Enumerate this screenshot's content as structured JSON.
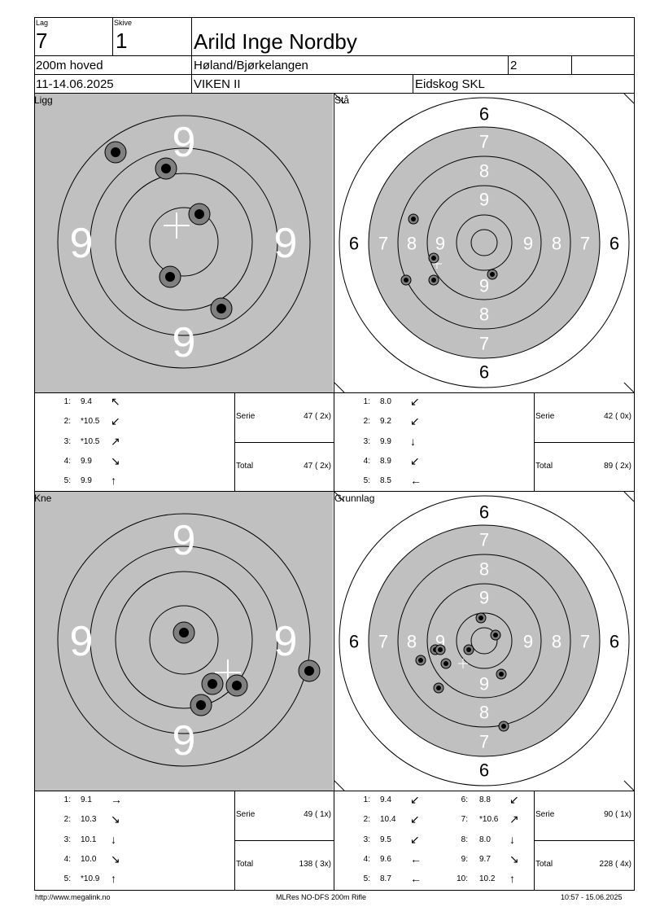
{
  "header": {
    "lag_label": "Lag",
    "lag": "7",
    "skive_label": "Skive",
    "skive": "1",
    "name": "Arild Inge Nordby",
    "event": "200m hoved",
    "club": "Høland/Bjørkelangen",
    "klasse": "2",
    "date": "11-14.06.2025",
    "region": "VIKEN II",
    "range": "Eidskog SKL"
  },
  "panels": [
    {
      "label": "Ligg",
      "type": "zoom",
      "shots": [
        {
          "n": "1:",
          "v": "9.4",
          "arrow": "↖"
        },
        {
          "n": "2:",
          "v": "*10.5",
          "arrow": "↙"
        },
        {
          "n": "3:",
          "v": "*10.5",
          "arrow": "↗"
        },
        {
          "n": "4:",
          "v": "9.9",
          "arrow": "↘"
        },
        {
          "n": "5:",
          "v": "9.9",
          "arrow": "↑"
        }
      ],
      "serie_label": "Serie",
      "serie": "47 ( 2x)",
      "total_label": "Total",
      "total": "47 ( 2x)"
    },
    {
      "label": "Stå",
      "type": "full",
      "shots": [
        {
          "n": "1:",
          "v": "8.0",
          "arrow": "↙"
        },
        {
          "n": "2:",
          "v": "9.2",
          "arrow": "↙"
        },
        {
          "n": "3:",
          "v": "9.9",
          "arrow": "↓"
        },
        {
          "n": "4:",
          "v": "8.9",
          "arrow": "↙"
        },
        {
          "n": "5:",
          "v": "8.5",
          "arrow": "←"
        }
      ],
      "serie_label": "Serie",
      "serie": "42 ( 0x)",
      "total_label": "Total",
      "total": "89 ( 2x)"
    },
    {
      "label": "Kne",
      "type": "zoom",
      "shots": [
        {
          "n": "1:",
          "v": "9.1",
          "arrow": "→"
        },
        {
          "n": "2:",
          "v": "10.3",
          "arrow": "↘"
        },
        {
          "n": "3:",
          "v": "10.1",
          "arrow": "↓"
        },
        {
          "n": "4:",
          "v": "10.0",
          "arrow": "↘"
        },
        {
          "n": "5:",
          "v": "*10.9",
          "arrow": "↑"
        }
      ],
      "serie_label": "Serie",
      "serie": "49 ( 1x)",
      "total_label": "Total",
      "total": "138 ( 3x)"
    },
    {
      "label": "Grunnlag",
      "type": "full",
      "shots": [
        {
          "n": "1:",
          "v": "9.4",
          "arrow": "↙"
        },
        {
          "n": "2:",
          "v": "10.4",
          "arrow": "↙"
        },
        {
          "n": "3:",
          "v": "9.5",
          "arrow": "↙"
        },
        {
          "n": "4:",
          "v": "9.6",
          "arrow": "←"
        },
        {
          "n": "5:",
          "v": "8.7",
          "arrow": "←"
        },
        {
          "n": "6:",
          "v": "8.8",
          "arrow": "↙"
        },
        {
          "n": "7:",
          "v": "*10.6",
          "arrow": "↗"
        },
        {
          "n": "8:",
          "v": "8.0",
          "arrow": "↓"
        },
        {
          "n": "9:",
          "v": "9.7",
          "arrow": "↘"
        },
        {
          "n": "10:",
          "v": "10.2",
          "arrow": "↑"
        }
      ],
      "serie_label": "Serie",
      "serie": "90 ( 1x)",
      "total_label": "Total",
      "total": "228 ( 4x)"
    }
  ],
  "zoom_ring_labels": [
    "9",
    "9",
    "9",
    "9"
  ],
  "full_ring_labels": {
    "six": "6",
    "seven": "7",
    "eight": "8",
    "nine": "9"
  },
  "footer": {
    "url": "http://www.megalink.no",
    "program": "MLRes NO-DFS 200m Rifle",
    "timestamp": "10:57 - 15.06.2025"
  }
}
